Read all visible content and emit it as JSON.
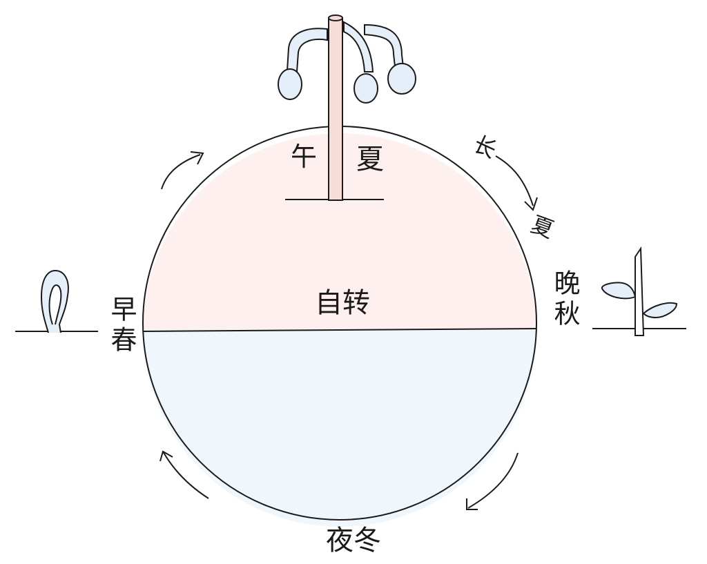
{
  "labels": {
    "top_left": "午",
    "top_right": "夏",
    "center": "自转",
    "left": "早春",
    "right": "晚秋",
    "right_upper_a": "长",
    "right_upper_b": "夏",
    "bottom": "夜冬"
  },
  "colors": {
    "day_fill": "#fdf0ee",
    "night_fill": "#eff6fc",
    "stroke": "#1a1a1a",
    "pole_fill": "#f7dcd8",
    "flower_fill": "#e4eff9",
    "leaf_fill": "#e4eff9"
  }
}
